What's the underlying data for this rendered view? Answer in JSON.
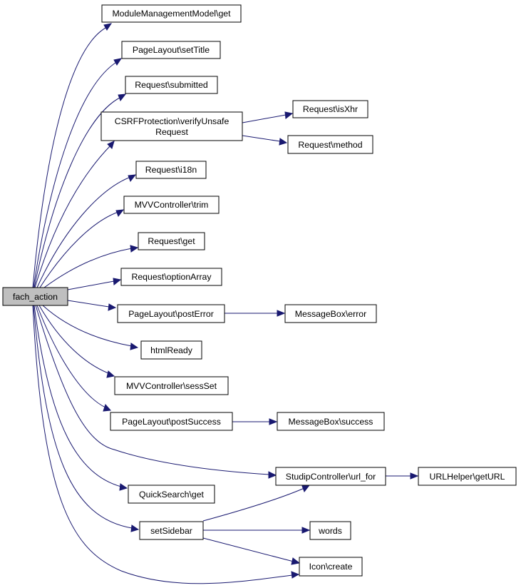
{
  "nodes": {
    "root": {
      "label": "fach_action"
    },
    "n1": {
      "label": "ModuleManagementModel\\get"
    },
    "n2": {
      "label": "PageLayout\\setTitle"
    },
    "n3": {
      "label": "Request\\submitted"
    },
    "n4": {
      "line1": "CSRFProtection\\verifyUnsafe",
      "line2": "Request"
    },
    "n5": {
      "label": "Request\\isXhr"
    },
    "n6": {
      "label": "Request\\method"
    },
    "n7": {
      "label": "Request\\i18n"
    },
    "n8": {
      "label": "MVVController\\trim"
    },
    "n9": {
      "label": "Request\\get"
    },
    "n10": {
      "label": "Request\\optionArray"
    },
    "n11": {
      "label": "PageLayout\\postError"
    },
    "n12": {
      "label": "MessageBox\\error"
    },
    "n13": {
      "label": "htmlReady"
    },
    "n14": {
      "label": "MVVController\\sessSet"
    },
    "n15": {
      "label": "PageLayout\\postSuccess"
    },
    "n16": {
      "label": "MessageBox\\success"
    },
    "n17": {
      "label": "StudipController\\url_for"
    },
    "n18": {
      "label": "URLHelper\\getURL"
    },
    "n19": {
      "label": "QuickSearch\\get"
    },
    "n20": {
      "label": "setSidebar"
    },
    "n21": {
      "label": "words"
    },
    "n22": {
      "label": "Icon\\create"
    }
  },
  "colors": {
    "edge": "#191970",
    "root_fill": "#bfbfbf",
    "node_fill": "#ffffff",
    "node_border": "#000000"
  }
}
